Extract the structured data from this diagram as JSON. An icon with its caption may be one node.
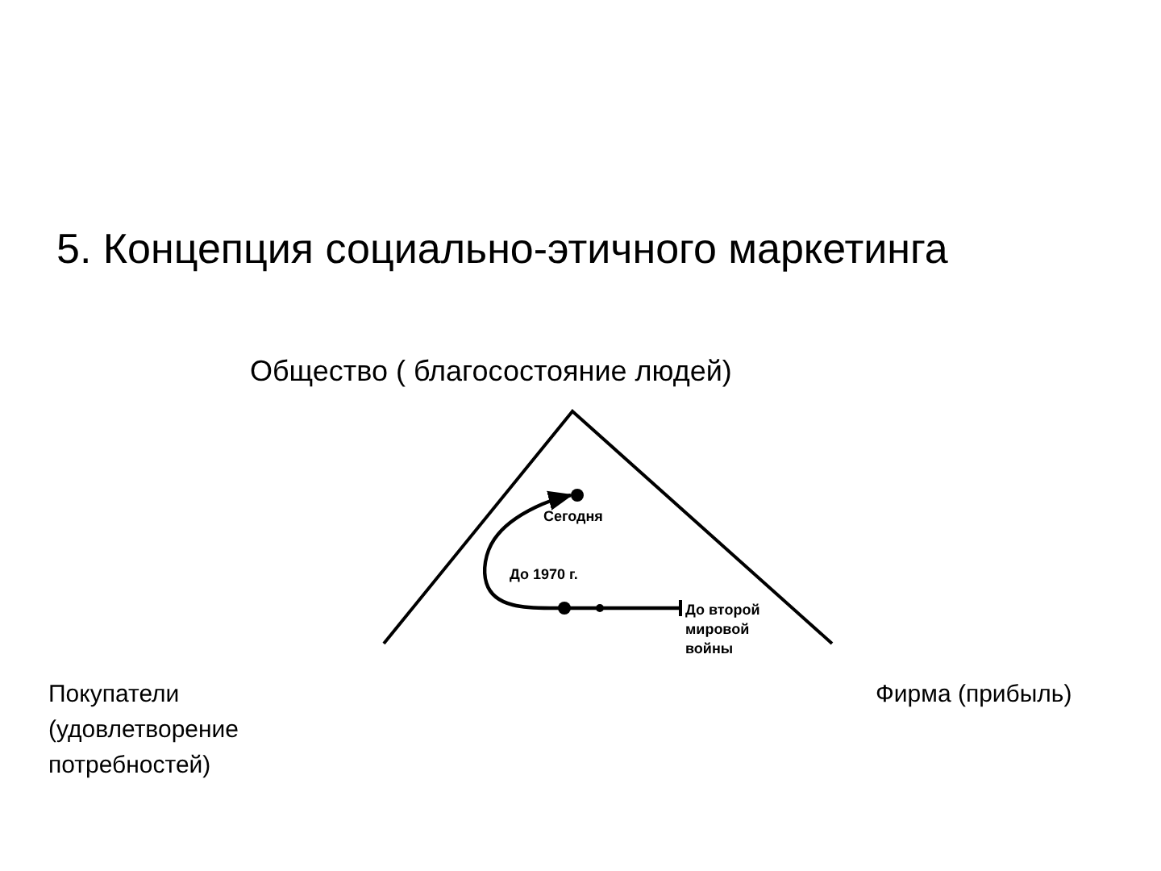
{
  "diagram": {
    "title": "5. Концепция социально-этичного маркетинга",
    "nodes": [
      {
        "text": [
          "Сегодня"
        ]
      },
      {
        "text": [
          "До 1970 г."
        ]
      },
      {
        "text": [
          "До второй мировой войны"
        ]
      }
    ],
    "edges": [
      {
        "from": 2,
        "to": 1,
        "arrow": "none"
      },
      {
        "from": 1,
        "to": 0,
        "arrow": "to"
      }
    ],
    "labels": [
      "Общество ( благосостояние людей)",
      "Покупатели (удовлетворение потребностей)",
      "Фирма (прибыль)"
    ]
  }
}
